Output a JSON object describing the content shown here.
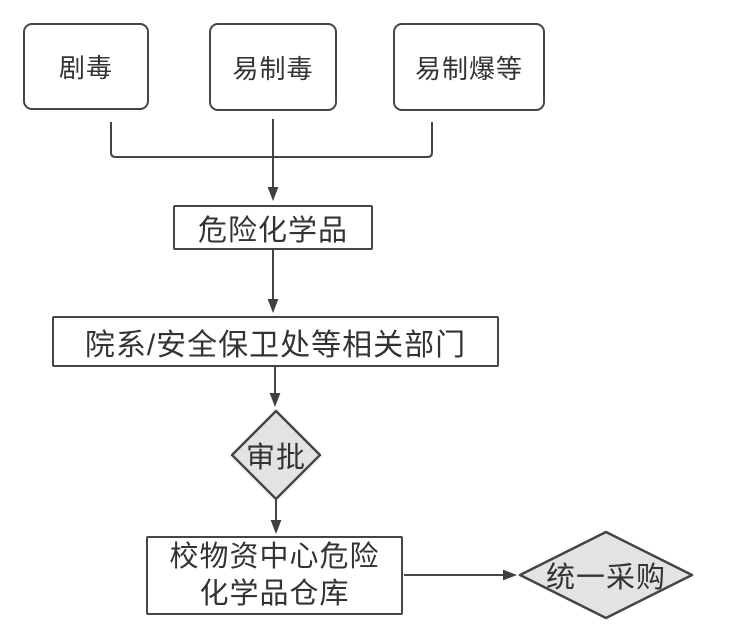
{
  "flowchart": {
    "nodes": {
      "toxic": "剧毒",
      "drug_precursor": "易制毒",
      "explosive_precursor": "易制爆等",
      "hazardous_chemicals": "危险化学品",
      "departments": "院系/安全保卫处等相关部门",
      "approval": "审批",
      "warehouse": {
        "label": "校物资中心危险化学品仓库",
        "line1": "校物资中心危险",
        "line2": "化学品仓库"
      },
      "procurement": "统一采购"
    },
    "colors": {
      "line": "#454545",
      "node_border": "#454545",
      "node_fill": "#ffffff",
      "decision_fill": "#e3e3e3",
      "text": "#333333"
    }
  }
}
